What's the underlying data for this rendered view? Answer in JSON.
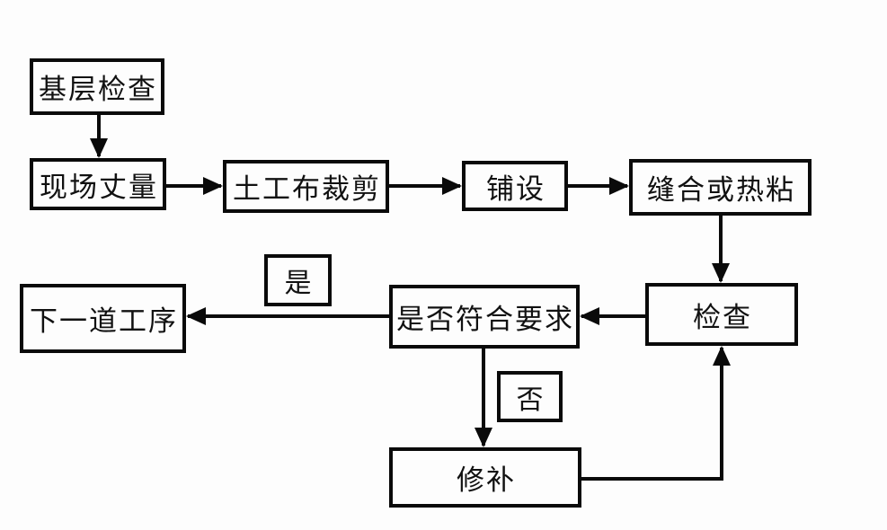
{
  "diagram": {
    "type": "flowchart",
    "background_color": "#fdfdfd",
    "line_color": "#0a0a0a",
    "nodes": {
      "base_check": {
        "label": "基层检查"
      },
      "site_measure": {
        "label": "现场丈量"
      },
      "cut": {
        "label": "土工布裁剪"
      },
      "lay": {
        "label": "铺设"
      },
      "seam": {
        "label": "缝合或热粘"
      },
      "inspect": {
        "label": "检查"
      },
      "meet": {
        "label": "是否符合要求"
      },
      "next_process": {
        "label": "下一道工序"
      },
      "yes": {
        "label": "是"
      },
      "no": {
        "label": "否"
      },
      "repair": {
        "label": "修补"
      }
    },
    "edges": [
      {
        "from": "基层检查",
        "to": "现场丈量",
        "label": ""
      },
      {
        "from": "现场丈量",
        "to": "土工布裁剪",
        "label": ""
      },
      {
        "from": "土工布裁剪",
        "to": "铺设",
        "label": ""
      },
      {
        "from": "铺设",
        "to": "缝合或热粘",
        "label": ""
      },
      {
        "from": "缝合或热粘",
        "to": "检查",
        "label": ""
      },
      {
        "from": "检查",
        "to": "是否符合要求",
        "label": ""
      },
      {
        "from": "是否符合要求",
        "to": "下一道工序",
        "label": "是"
      },
      {
        "from": "是否符合要求",
        "to": "修补",
        "label": "否"
      },
      {
        "from": "修补",
        "to": "检查",
        "label": ""
      }
    ]
  }
}
